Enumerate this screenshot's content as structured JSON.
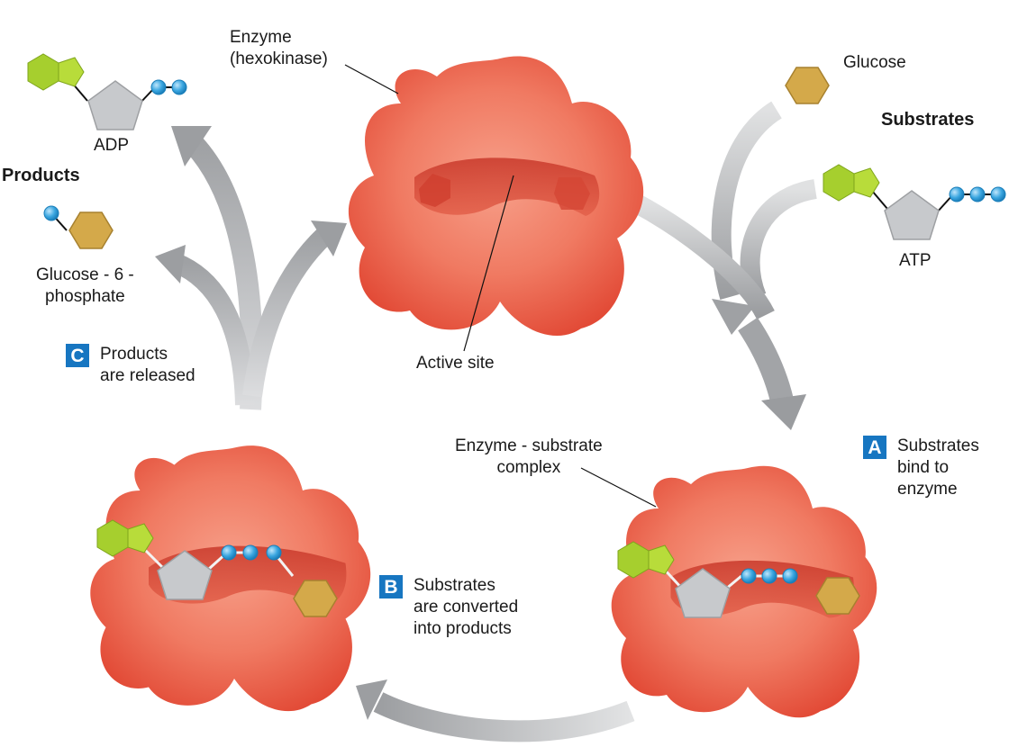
{
  "title": "Enzyme-substrate catalytic cycle (hexokinase)",
  "labels": {
    "enzyme": [
      "Enzyme",
      "(hexokinase)"
    ],
    "active_site": "Active site",
    "enzyme_substrate_complex": [
      "Enzyme - substrate",
      "complex"
    ],
    "glucose": "Glucose",
    "atp": "ATP",
    "adp": "ADP",
    "glucose_6_phosphate": [
      "Glucose - 6 -",
      "phosphate"
    ]
  },
  "headings": {
    "substrates": "Substrates",
    "products": "Products"
  },
  "steps": [
    {
      "badge": "A",
      "lines": [
        "Substrates",
        "bind to",
        "enzyme"
      ]
    },
    {
      "badge": "B",
      "lines": [
        "Substrates",
        "are converted",
        "into products"
      ]
    },
    {
      "badge": "C",
      "lines": [
        "Products",
        "are released"
      ]
    }
  ],
  "colors": {
    "enzyme": "#ec5a45",
    "enzyme_light": "#f7a08a",
    "glucose": "#d4a94a",
    "adenine": "#a6cf2e",
    "ribose": "#c7c9cc",
    "phosphate": "#3aa6e0",
    "badge": "#1776c1",
    "arrow": "#a9abae"
  }
}
